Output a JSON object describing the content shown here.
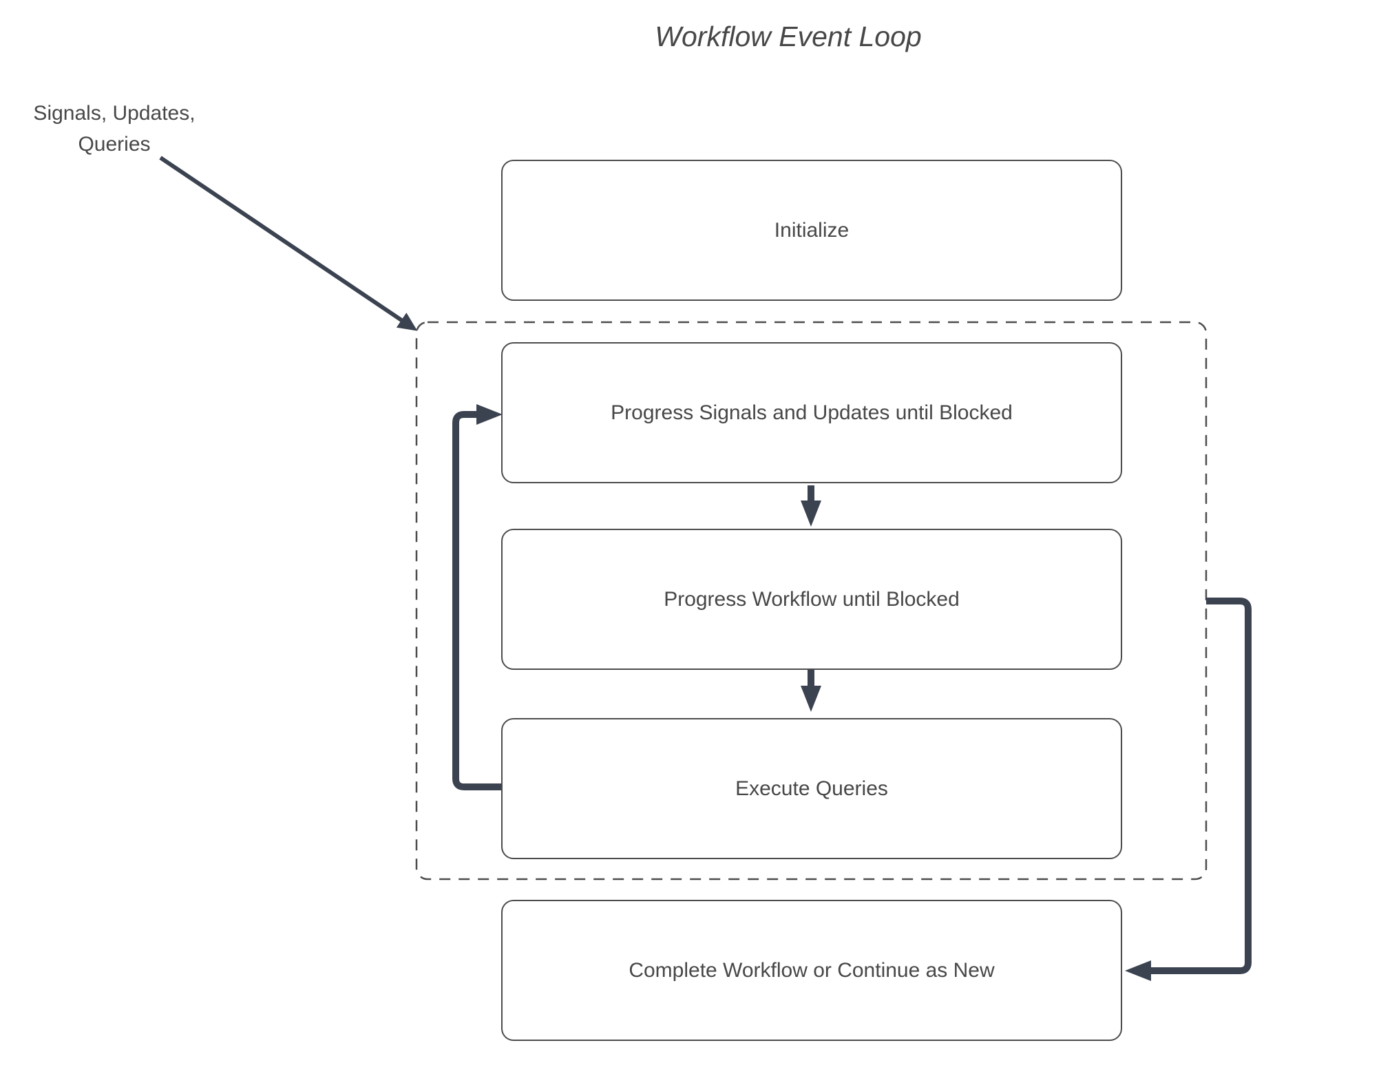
{
  "title": "Workflow Event Loop",
  "external_input": {
    "label_line1": "Signals, Updates,",
    "label_line2": "Queries"
  },
  "nodes": {
    "initialize": {
      "label": "Initialize"
    },
    "progress_signals": {
      "label": "Progress Signals and Updates until Blocked"
    },
    "progress_workflow": {
      "label": "Progress Workflow until Blocked"
    },
    "execute_queries": {
      "label": "Execute Queries"
    },
    "complete": {
      "label": "Complete Workflow or Continue as New"
    }
  },
  "edges": [
    {
      "from": "external-input-label",
      "to": "event-loop-group",
      "style": "thin-diagonal-arrow"
    },
    {
      "from": "progress_signals",
      "to": "progress_workflow",
      "style": "thick-down-arrow"
    },
    {
      "from": "progress_workflow",
      "to": "execute_queries",
      "style": "thick-down-arrow"
    },
    {
      "from": "execute_queries",
      "to": "progress_signals",
      "style": "thick-loop-back-arrow"
    },
    {
      "from": "event-loop-group",
      "to": "complete",
      "style": "thick-exit-arrow"
    }
  ],
  "colors": {
    "arrow": "#3b4250",
    "box_border": "#4c4c4c",
    "text": "#474747",
    "canvas_bg": "#ffffff"
  }
}
